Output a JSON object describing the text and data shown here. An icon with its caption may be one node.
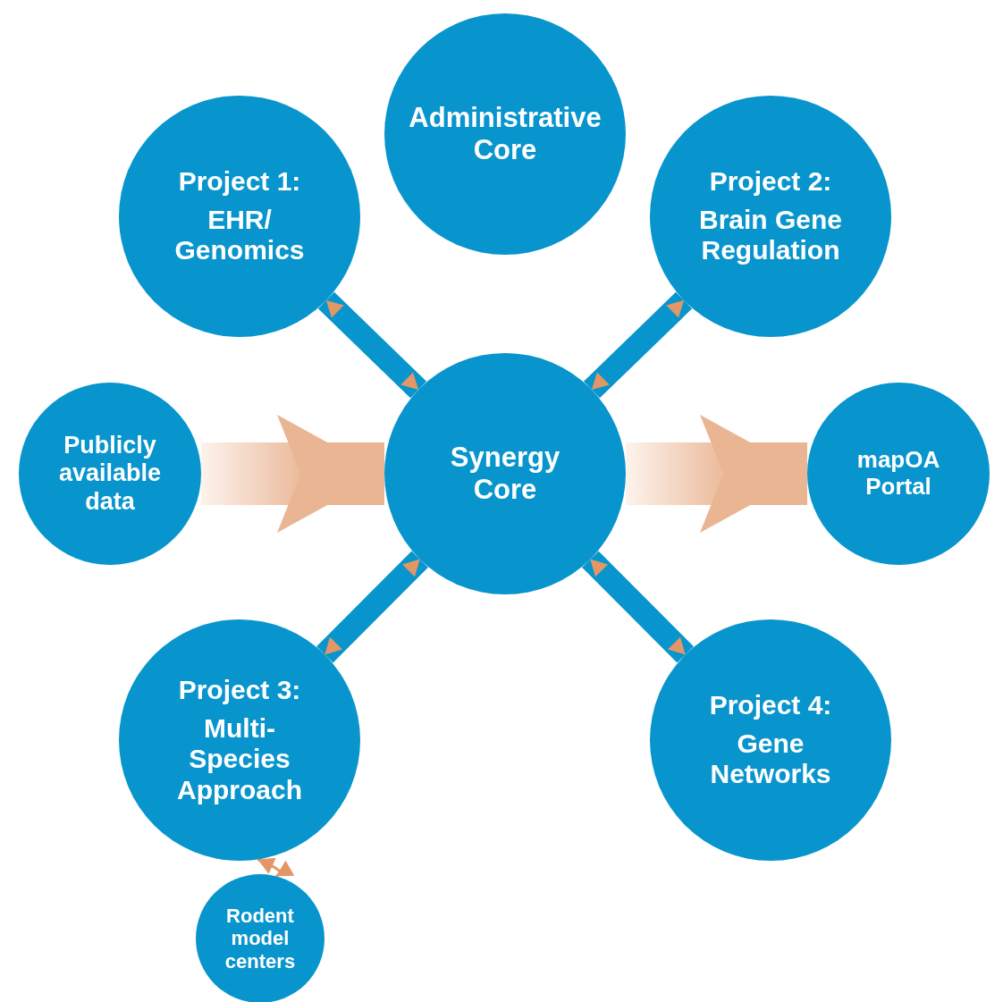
{
  "diagram": {
    "nodes": [
      {
        "text": [
          "Administrative Core"
        ]
      },
      {
        "text": [
          "Project 1:",
          "EHR/ Genomics"
        ]
      },
      {
        "text": [
          "Project 2:",
          "Brain Gene Regulation"
        ]
      },
      {
        "text": [
          "Publicly available data"
        ]
      },
      {
        "text": [
          "Synergy Core"
        ]
      },
      {
        "text": [
          "mapOA Portal"
        ]
      },
      {
        "text": [
          "Project 3:",
          "Multi- Species Approach"
        ]
      },
      {
        "text": [
          "Project 4:",
          "Gene Networks"
        ]
      },
      {
        "text": [
          "Rodent model centers"
        ]
      }
    ],
    "edges": [
      {
        "from": 4,
        "to": 1,
        "arrow": "both"
      },
      {
        "from": 4,
        "to": 2,
        "arrow": "both"
      },
      {
        "from": 3,
        "to": 4,
        "arrow": "to",
        "style": "thick"
      },
      {
        "from": 4,
        "to": 5,
        "arrow": "to",
        "style": "thick"
      },
      {
        "from": 4,
        "to": 6,
        "arrow": "both"
      },
      {
        "from": 4,
        "to": 7,
        "arrow": "both"
      },
      {
        "from": 6,
        "to": 8,
        "arrow": "both",
        "color": "#e39766"
      }
    ]
  }
}
